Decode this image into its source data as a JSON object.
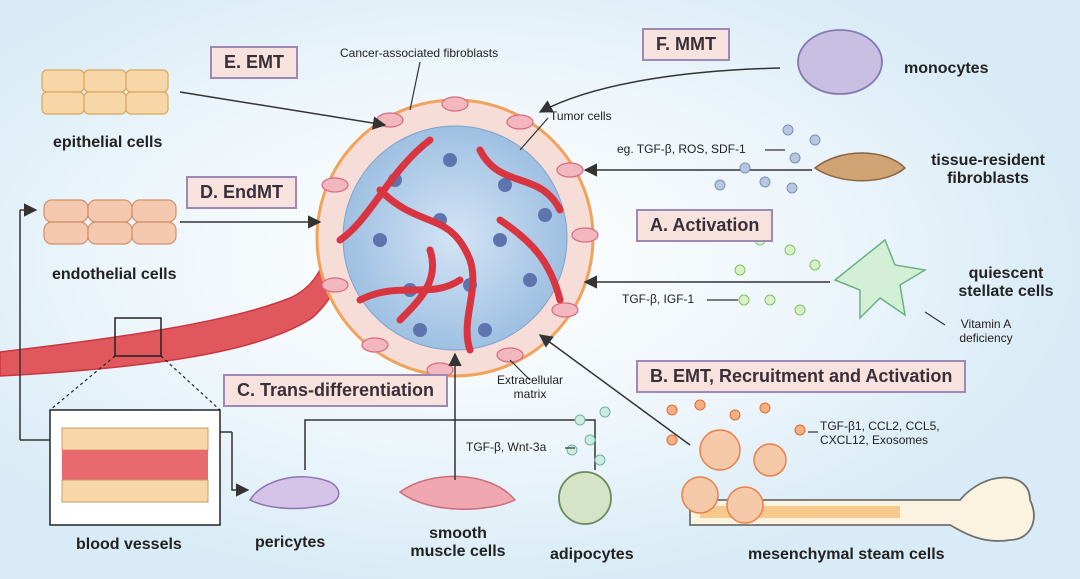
{
  "processes": {
    "emt": "E. EMT",
    "mmt": "F. MMT",
    "endmt": "D. EndMT",
    "activation": "A. Activation",
    "trans": "C. Trans-differentiation",
    "emt_recruit": "B. EMT, Recruitment and Activation"
  },
  "cells": {
    "epithelial": "epithelial cells",
    "endothelial": "endothelial cells",
    "blood_vessels": "blood vessels",
    "pericytes": "pericytes",
    "smooth_muscle": "smooth\nmuscle cells",
    "adipocytes": "adipocytes",
    "msc": "mesenchymal steam cells",
    "monocytes": "monocytes",
    "fibroblasts": "tissue-resident\nfibroblasts",
    "stellate": "quiescent\nstellate cells"
  },
  "labels": {
    "caf": "Cancer-associated fibroblasts",
    "tumor": "Tumor cells",
    "ecm": "Extracellular\nmatrix",
    "vitamin": "Vitamin A\ndeficiency"
  },
  "factors": {
    "fibro": "eg. TGF-β, ROS, SDF-1",
    "stellate": "TGF-β, IGF-1",
    "adipo": "TGF-β, Wnt-3a",
    "msc": "TGF-β1, CCL2, CCL5,\nCXCL12, Exosomes"
  },
  "colors": {
    "process_fill": "#f8e2dd",
    "process_border": "#9d88b8",
    "vessel_red": "#e0424a",
    "tumor_blue": "#b3cfeb",
    "orange_fiber": "#f0a35a",
    "particle_blue": "#8c9fc7",
    "particle_green": "#bde3a8",
    "particle_orange": "#e8804a"
  }
}
